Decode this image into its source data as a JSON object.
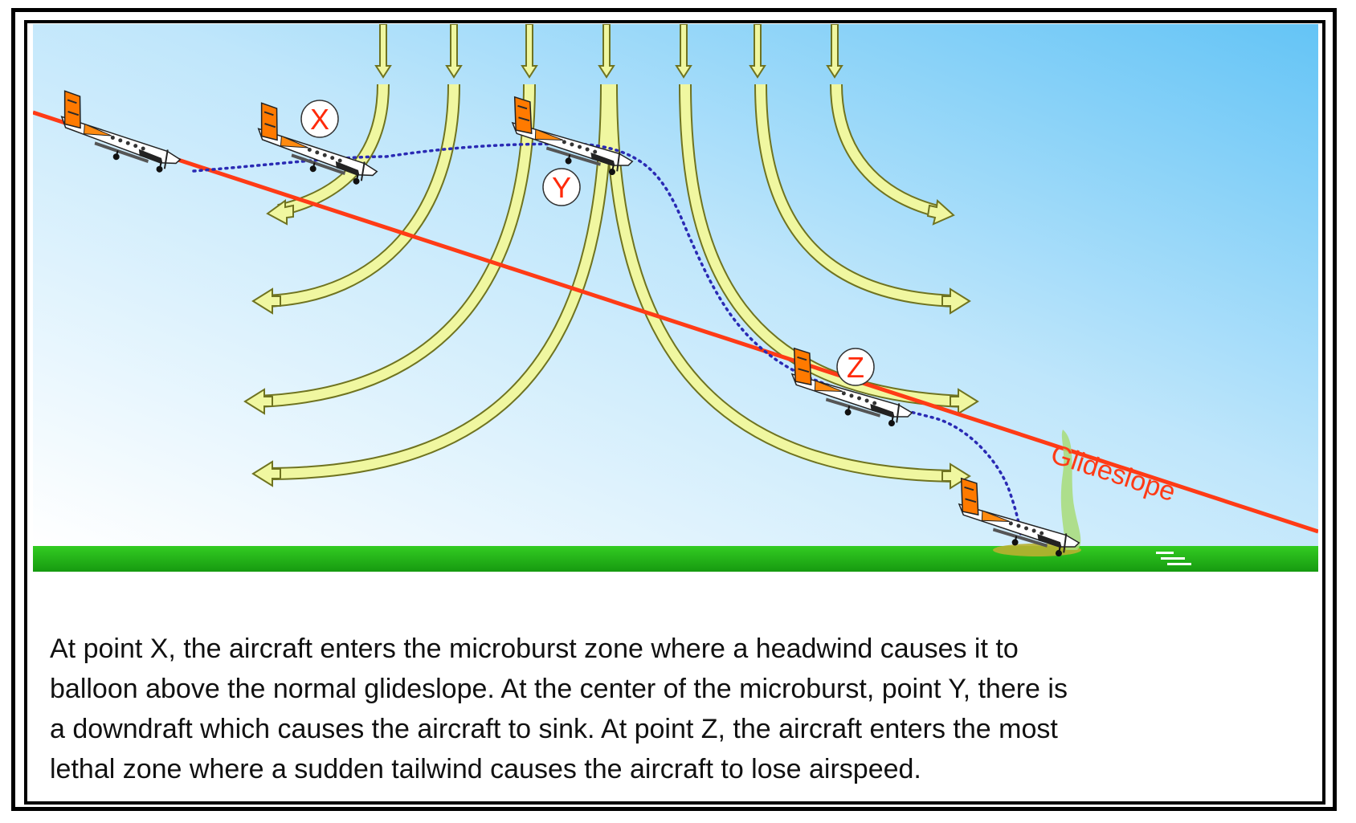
{
  "labels": {
    "point_x": "X",
    "point_y": "Y",
    "point_z": "Z",
    "glideslope": "Glideslope"
  },
  "caption": {
    "line1": "At point X, the aircraft enters the microburst zone where a headwind causes it to",
    "line2": "balloon above the normal glideslope. At the center of the microburst, point Y, there is",
    "line3": "a downdraft which causes the aircraft to sink. At point Z, the aircraft enters the most",
    "line4": "lethal zone where a sudden tailwind causes the aircraft to lose airspeed."
  },
  "colors": {
    "sky_top": "#64c4f6",
    "sky_bottom": "#ffffff",
    "ground": "#1fb814",
    "wind_arrow_fill": "#f0f7a0",
    "wind_arrow_stroke": "#8a8f2a",
    "glideslope": "#ff3b16",
    "flight_path": "#2a2ab4",
    "label_text": "#ff2a0a",
    "aircraft_tail": "#ff7a00"
  }
}
